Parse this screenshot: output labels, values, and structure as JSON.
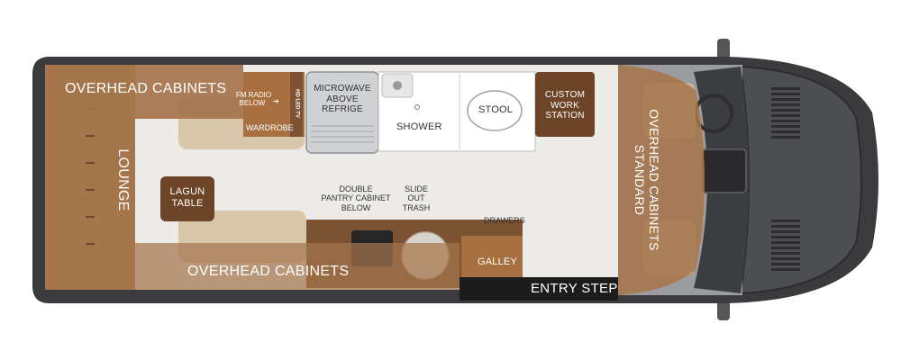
{
  "labels": {
    "overhead_top": "OVERHEAD CABINETS",
    "overhead_bottom": "OVERHEAD CABINETS",
    "overhead_cab_line1": "OVERHEAD CABINETS",
    "overhead_cab_line2": "STANDARD",
    "lounge": "LOUNGE",
    "lagun_line1": "LAGUN",
    "lagun_line2": "TABLE",
    "fm_radio_line1": "FM RADIO",
    "fm_radio_line2": "BELOW",
    "hd_led_tv": "HD LED TV",
    "wardrobe": "WARDROBE",
    "microwave_line1": "MICROWAVE",
    "microwave_line2": "ABOVE",
    "microwave_line3": "REFRIGE",
    "shower": "SHOWER",
    "stool": "STOOL",
    "custom_line1": "CUSTOM",
    "custom_line2": "WORK",
    "custom_line3": "STATION",
    "pantry_line1": "DOUBLE",
    "pantry_line2": "PANTRY CABINET",
    "pantry_line3": "BELOW",
    "trash_line1": "SLIDE",
    "trash_line2": "OUT",
    "trash_line3": "TRASH",
    "drawers": "DRAWERS",
    "galley": "GALLEY",
    "entry_step": "ENTRY STEP"
  },
  "colors": {
    "body": "#3a3a3c",
    "floor": "#ededeb",
    "cabinet": "#a0714a",
    "cabinet_dark": "#6e4a2e",
    "seat": "#d9c6a8",
    "appliance": "#cfd1d4",
    "cab_glass": "#55575a"
  }
}
